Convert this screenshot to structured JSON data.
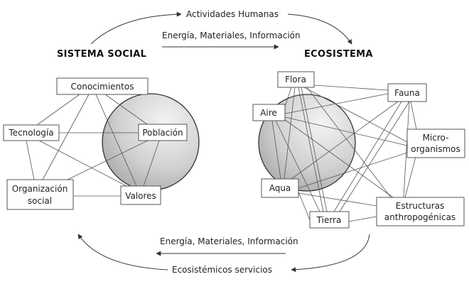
{
  "top": {
    "arc_label": "Actividades Humanas",
    "flow_label": "Energía, Materiales, Información"
  },
  "social": {
    "title": "SISTEMA SOCIAL",
    "nodes": {
      "conocimientos": "Conocimientos",
      "tecnologia": "Tecnología",
      "poblacion": "Población",
      "organizacion_1": "Organización",
      "organizacion_2": "social",
      "valores": "Valores"
    }
  },
  "eco": {
    "title": "ECOSISTEMA",
    "nodes": {
      "flora": "Flora",
      "fauna": "Fauna",
      "aire": "Aire",
      "micro_1": "Micro-",
      "micro_2": "organismos",
      "aqua": "Aqua",
      "tierra": "Tierra",
      "estructuras_1": "Estructuras",
      "estructuras_2": "anthropogénicas"
    }
  },
  "bottom": {
    "flow_label": "Energía, Materiales, Información",
    "arc_label": "Ecosistémicos servicios"
  }
}
